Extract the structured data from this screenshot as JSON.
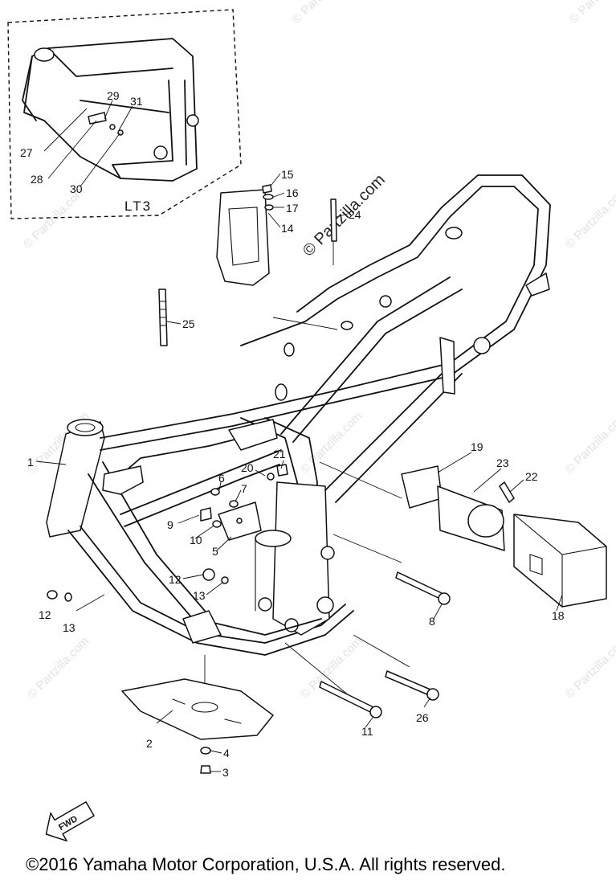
{
  "inset": {
    "label": "LT3"
  },
  "watermark": {
    "main": "© Partzilla.com",
    "repeat": "© Partzilla.com"
  },
  "fwd_label": "FWD",
  "callouts": {
    "c1": "1",
    "c2": "2",
    "c3": "3",
    "c4": "4",
    "c5": "5",
    "c6": "6",
    "c7": "7",
    "c8": "8",
    "c9": "9",
    "c10": "10",
    "c11": "11",
    "c12a": "12",
    "c12b": "12",
    "c13a": "13",
    "c13b": "13",
    "c14": "14",
    "c15": "15",
    "c16": "16",
    "c17": "17",
    "c18": "18",
    "c19": "19",
    "c20": "20",
    "c21": "21",
    "c22": "22",
    "c23": "23",
    "c24": "24",
    "c25": "25",
    "c26": "26",
    "c27": "27",
    "c28": "28",
    "c29": "29",
    "c30": "30",
    "c31": "31"
  },
  "copyright": "©2016  Yamaha Motor Corporation, U.S.A. All rights reserved."
}
